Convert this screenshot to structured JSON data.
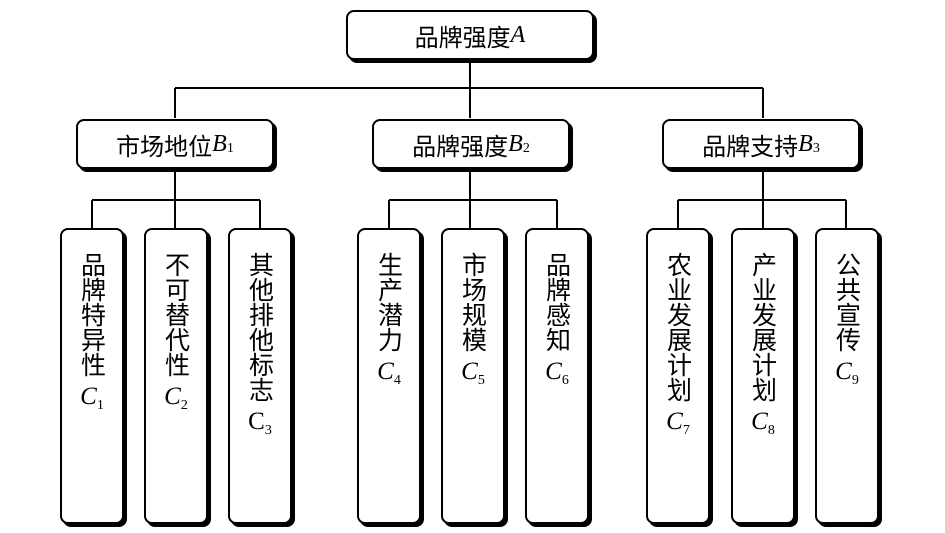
{
  "root": {
    "text": "品牌强度",
    "var": "A",
    "sub": ""
  },
  "groups": [
    {
      "text": "市场地位",
      "var": "B",
      "sub": "1",
      "children": [
        {
          "chars": "品牌特异性",
          "var": "C",
          "sub": "1"
        },
        {
          "chars": "不可替代性",
          "var": "C",
          "sub": "2"
        },
        {
          "chars": "其他排他标志",
          "var": "C",
          "sub": "3"
        }
      ]
    },
    {
      "text": "品牌强度",
      "var": "B",
      "sub": "2",
      "children": [
        {
          "chars": "生产潜力",
          "var": "C",
          "sub": "4"
        },
        {
          "chars": "市场规模",
          "var": "C",
          "sub": "5"
        },
        {
          "chars": "品牌感知",
          "var": "C",
          "sub": "6"
        }
      ]
    },
    {
      "text": "品牌支持",
      "var": "B",
      "sub": "3",
      "children": [
        {
          "chars": "农业发展计划",
          "var": "C",
          "sub": "7"
        },
        {
          "chars": "产业发展计划",
          "var": "C",
          "sub": "8"
        },
        {
          "chars": "公共宣传",
          "var": "C",
          "sub": "9"
        }
      ]
    }
  ]
}
